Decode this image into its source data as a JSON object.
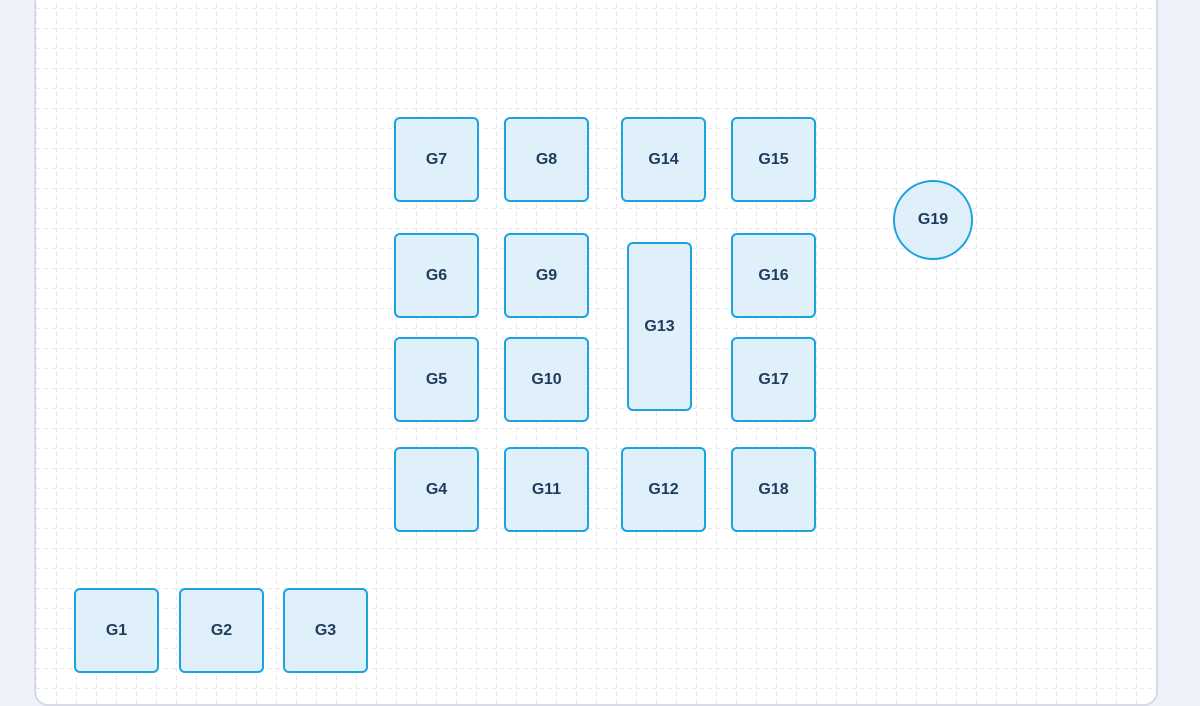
{
  "floor_plan": {
    "colors": {
      "table_fill": "#dff0fb",
      "table_border": "#1aa3df",
      "label": "#1e3a5c",
      "canvas": "#ffffff",
      "page": "#eef2fb"
    },
    "tables": [
      {
        "id": "G1",
        "label": "G1",
        "shape": "square"
      },
      {
        "id": "G2",
        "label": "G2",
        "shape": "square"
      },
      {
        "id": "G3",
        "label": "G3",
        "shape": "square"
      },
      {
        "id": "G4",
        "label": "G4",
        "shape": "square"
      },
      {
        "id": "G5",
        "label": "G5",
        "shape": "square"
      },
      {
        "id": "G6",
        "label": "G6",
        "shape": "square"
      },
      {
        "id": "G7",
        "label": "G7",
        "shape": "square"
      },
      {
        "id": "G8",
        "label": "G8",
        "shape": "square"
      },
      {
        "id": "G9",
        "label": "G9",
        "shape": "square"
      },
      {
        "id": "G10",
        "label": "G10",
        "shape": "square"
      },
      {
        "id": "G11",
        "label": "G11",
        "shape": "square"
      },
      {
        "id": "G12",
        "label": "G12",
        "shape": "square"
      },
      {
        "id": "G13",
        "label": "G13",
        "shape": "rectangle"
      },
      {
        "id": "G14",
        "label": "G14",
        "shape": "square"
      },
      {
        "id": "G15",
        "label": "G15",
        "shape": "square"
      },
      {
        "id": "G16",
        "label": "G16",
        "shape": "square"
      },
      {
        "id": "G17",
        "label": "G17",
        "shape": "square"
      },
      {
        "id": "G18",
        "label": "G18",
        "shape": "square"
      },
      {
        "id": "G19",
        "label": "G19",
        "shape": "round"
      }
    ]
  }
}
